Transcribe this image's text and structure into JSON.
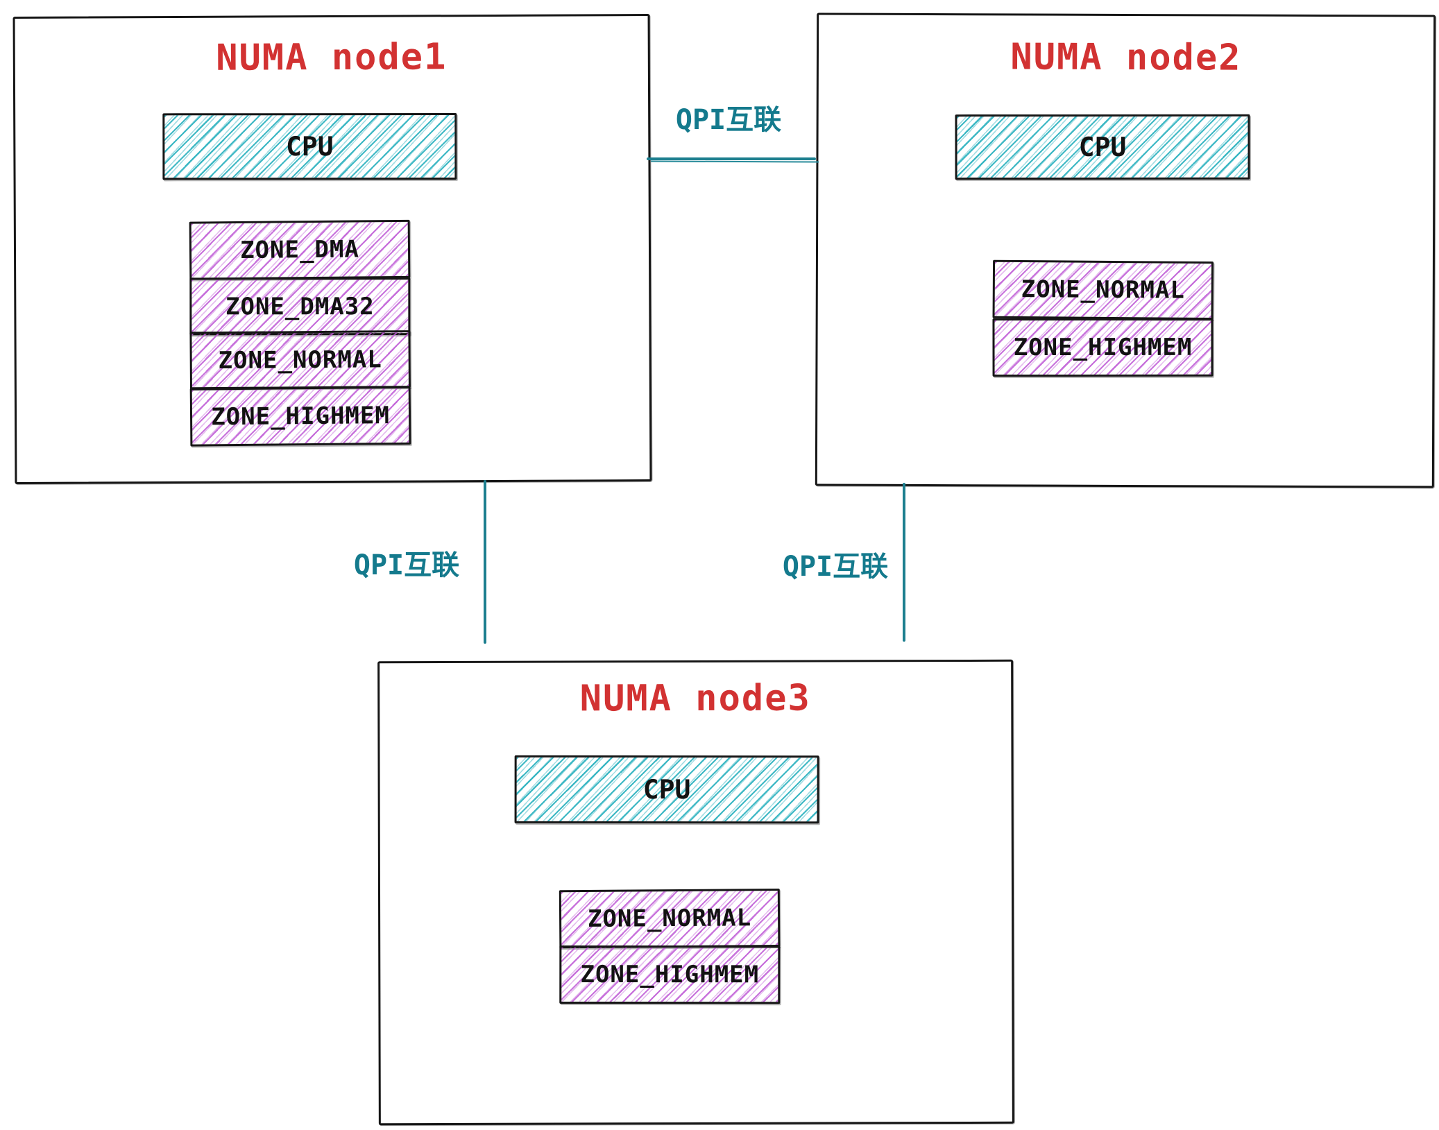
{
  "diagram": {
    "nodes": [
      {
        "id": "node1",
        "title": "NUMA node1",
        "cpu_label": "CPU",
        "zones": [
          "ZONE_DMA",
          "ZONE_DMA32",
          "ZONE_NORMAL",
          "ZONE_HIGHMEM"
        ]
      },
      {
        "id": "node2",
        "title": "NUMA node2",
        "cpu_label": "CPU",
        "zones": [
          "ZONE_NORMAL",
          "ZONE_HIGHMEM"
        ]
      },
      {
        "id": "node3",
        "title": "NUMA node3",
        "cpu_label": "CPU",
        "zones": [
          "ZONE_NORMAL",
          "ZONE_HIGHMEM"
        ]
      }
    ],
    "links": [
      {
        "label": "QPI互联",
        "from": "node1",
        "to": "node2"
      },
      {
        "label": "QPI互联",
        "from": "node1",
        "to": "node3"
      },
      {
        "label": "QPI互联",
        "from": "node2",
        "to": "node3"
      }
    ],
    "colors": {
      "title_red": "#d23232",
      "link_teal": "#147a8d",
      "cpu_hatch_cyan": "#35b5c2",
      "zone_hatch_purple": "#bf5bd6",
      "border_black": "#161616"
    }
  }
}
